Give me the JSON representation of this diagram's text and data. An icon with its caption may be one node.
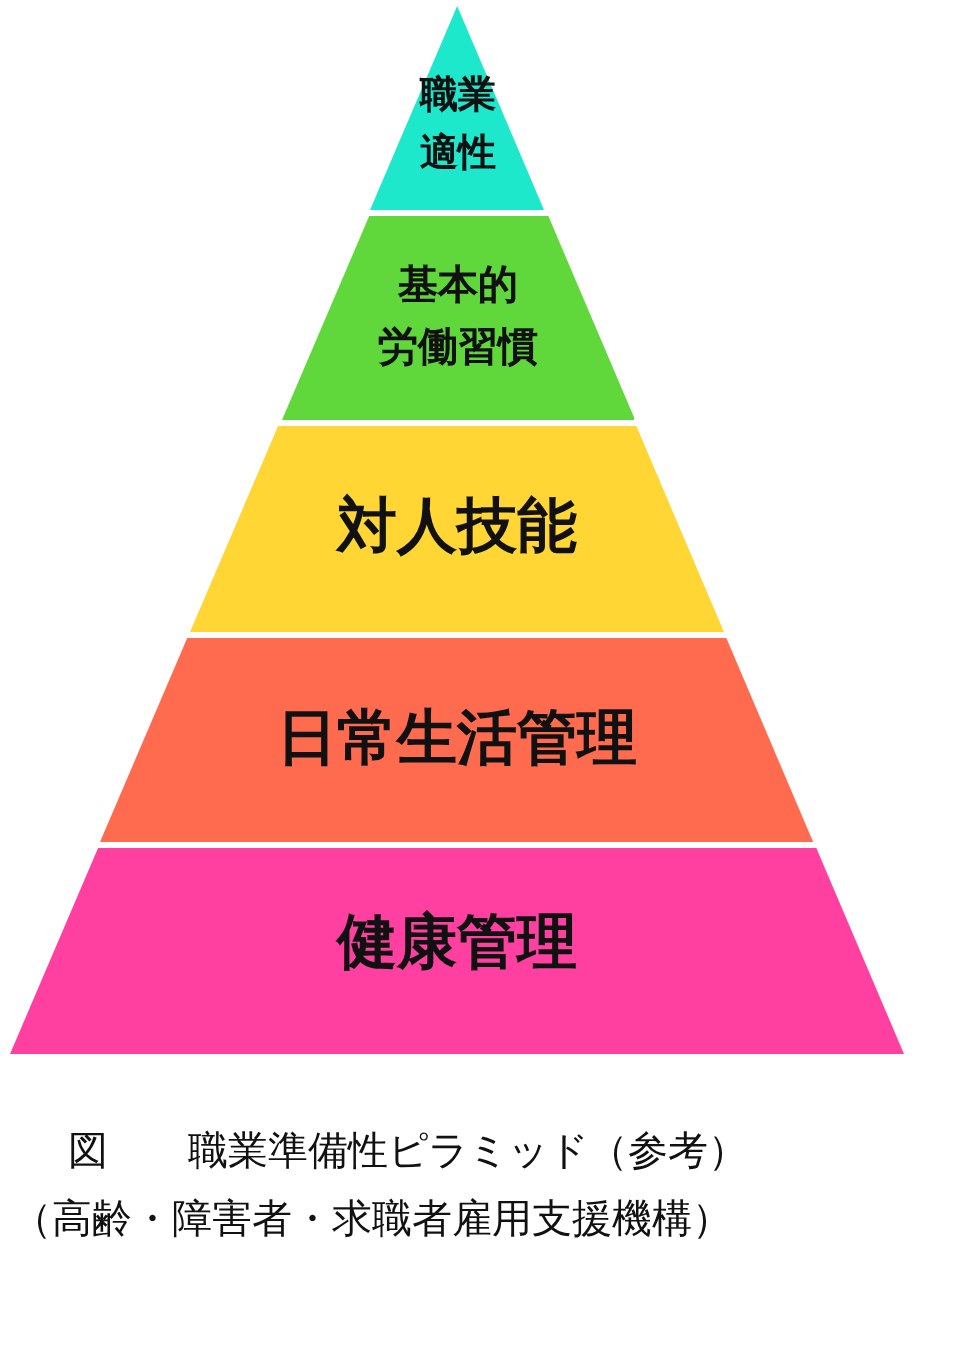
{
  "diagram": {
    "caption": "図　　職業準備性ピラミッド（参考）",
    "nodes": [
      {
        "text": [
          "職業適性"
        ]
      },
      {
        "text": [
          "基本的労働習慣"
        ]
      },
      {
        "text": [
          "対人技能"
        ]
      },
      {
        "text": [
          "日常生活管理"
        ]
      },
      {
        "text": [
          "健康管理"
        ]
      }
    ],
    "labels": [
      "（高齢・障害者・求職者雇用支援機構）"
    ]
  }
}
